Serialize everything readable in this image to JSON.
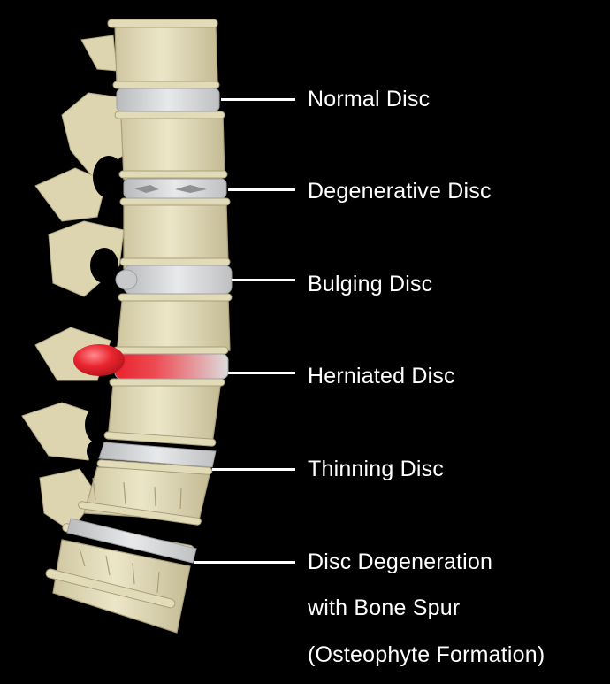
{
  "labels": {
    "normal": "Normal Disc",
    "degenerative": "Degenerative Disc",
    "bulging": "Bulging Disc",
    "herniated": "Herniated Disc",
    "thinning": "Thinning Disc",
    "spur_line1": "Disc Degeneration",
    "spur_line2": "with Bone Spur",
    "spur_line3": "(Osteophyte Formation)"
  },
  "colors": {
    "background": "#000000",
    "bone": "#e6dfbd",
    "bone_shadow": "#c9c09a",
    "disc": "#d8d9da",
    "herniation": "#e8222d",
    "text": "#ffffff"
  }
}
